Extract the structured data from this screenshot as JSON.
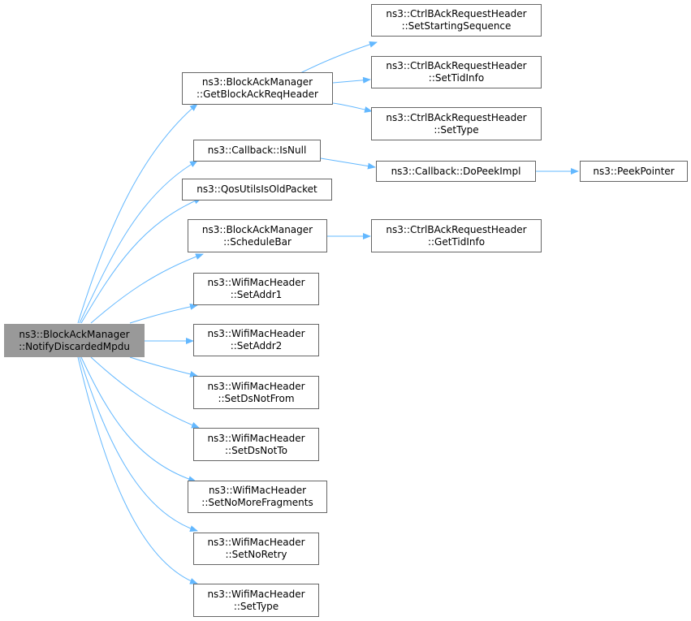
{
  "nodes": {
    "root": {
      "line1": "ns3::BlockAckManager",
      "line2": "::NotifyDiscardedMpdu"
    },
    "getbar": {
      "line1": "ns3::BlockAckManager",
      "line2": "::GetBlockAckReqHeader"
    },
    "setss": {
      "line1": "ns3::CtrlBAckRequestHeader",
      "line2": "::SetStartingSequence"
    },
    "settid": {
      "line1": "ns3::CtrlBAckRequestHeader",
      "line2": "::SetTidInfo"
    },
    "settype_c": {
      "line1": "ns3::CtrlBAckRequestHeader",
      "line2": "::SetType"
    },
    "isnull": {
      "line1": "ns3::Callback::IsNull"
    },
    "dopeek": {
      "line1": "ns3::Callback::DoPeekImpl"
    },
    "peekptr": {
      "line1": "ns3::PeekPointer"
    },
    "qosold": {
      "line1": "ns3::QosUtilsIsOldPacket"
    },
    "schedbar": {
      "line1": "ns3::BlockAckManager",
      "line2": "::ScheduleBar"
    },
    "gettid": {
      "line1": "ns3::CtrlBAckRequestHeader",
      "line2": "::GetTidInfo"
    },
    "addr1": {
      "line1": "ns3::WifiMacHeader",
      "line2": "::SetAddr1"
    },
    "addr2": {
      "line1": "ns3::WifiMacHeader",
      "line2": "::SetAddr2"
    },
    "dsnotfrom": {
      "line1": "ns3::WifiMacHeader",
      "line2": "::SetDsNotFrom"
    },
    "dsnotto": {
      "line1": "ns3::WifiMacHeader",
      "line2": "::SetDsNotTo"
    },
    "nomorefrag": {
      "line1": "ns3::WifiMacHeader",
      "line2": "::SetNoMoreFragments"
    },
    "noretry": {
      "line1": "ns3::WifiMacHeader",
      "line2": "::SetNoRetry"
    },
    "settype_w": {
      "line1": "ns3::WifiMacHeader",
      "line2": "::SetType"
    }
  },
  "colors": {
    "edge": "#63b8ff",
    "node_border": "#666666",
    "root_fill": "#999999"
  }
}
